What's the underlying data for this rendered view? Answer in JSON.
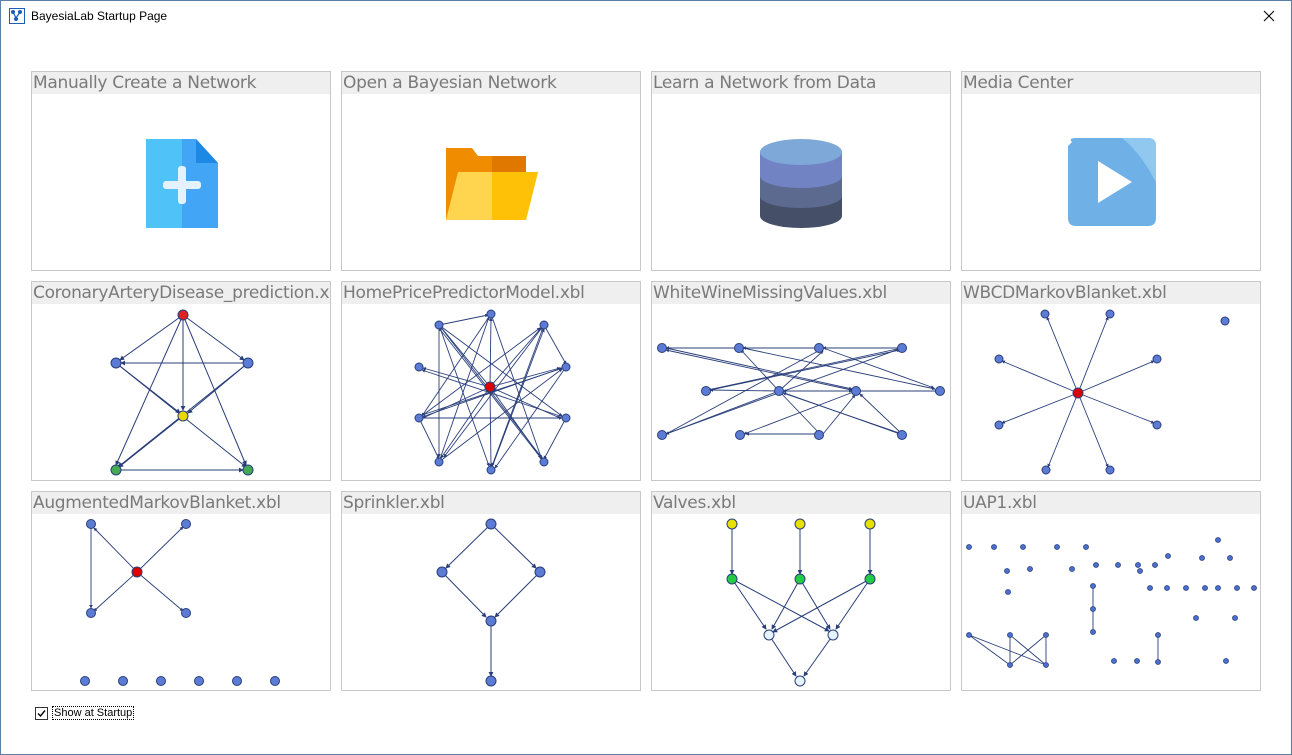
{
  "window": {
    "title": "BayesiaLab Startup Page"
  },
  "tiles": [
    {
      "title": "Manually Create a Network",
      "icon": "new-file-icon"
    },
    {
      "title": "Open a Bayesian Network",
      "icon": "folder-icon"
    },
    {
      "title": "Learn a Network from Data",
      "icon": "database-icon"
    },
    {
      "title": "Media Center",
      "icon": "play-icon"
    },
    {
      "title": "CoronaryArteryDisease_prediction.xbl",
      "icon": "network-graph-icon"
    },
    {
      "title": "HomePricePredictorModel.xbl",
      "icon": "network-graph-icon"
    },
    {
      "title": "WhiteWineMissingValues.xbl",
      "icon": "network-graph-icon"
    },
    {
      "title": "WBCDMarkovBlanket.xbl",
      "icon": "network-graph-icon"
    },
    {
      "title": "AugmentedMarkovBlanket.xbl",
      "icon": "network-graph-icon"
    },
    {
      "title": "Sprinkler.xbl",
      "icon": "network-graph-icon"
    },
    {
      "title": "Valves.xbl",
      "icon": "network-graph-icon"
    },
    {
      "title": "UAP1.xbl",
      "icon": "network-graph-icon"
    }
  ],
  "startup": {
    "label": "Show at Startup",
    "checked": true
  },
  "colors": {
    "node_blue": "#5b7bd5",
    "node_red": "#dd0000",
    "node_yellow": "#e8e000",
    "node_green": "#22cc44",
    "node_light": "#e6f4ff",
    "edge": "#2a3f7a"
  }
}
